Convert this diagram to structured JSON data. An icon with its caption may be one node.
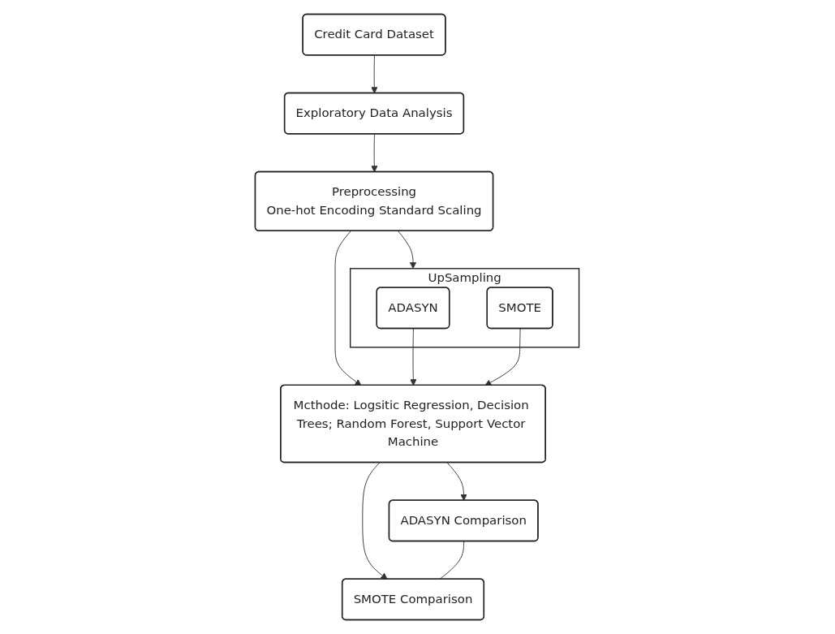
{
  "diagram": {
    "nodes": [
      {
        "text": [
          "Credit Card Dataset"
        ]
      },
      {
        "text": [
          "Exploratory Data Analysis"
        ]
      },
      {
        "text": [
          "Preprocessing",
          "One-hot Encoding Standard Scaling"
        ]
      },
      {
        "text": [
          "UpSampling"
        ]
      },
      {
        "text": [
          "ADASYN"
        ],
        "in": 3
      },
      {
        "text": [
          "SMOTE"
        ],
        "in": 3
      },
      {
        "text": [
          "Mcthode: Logsitic Regression, Decision Trees; Random Forest, Support Vector Machine"
        ]
      },
      {
        "text": [
          "ADASYN Comparison"
        ]
      },
      {
        "text": [
          "SMOTE Comparison"
        ]
      }
    ],
    "edges": [
      {
        "from": 0,
        "to": 1,
        "arrow": "to"
      },
      {
        "from": 1,
        "to": 2,
        "arrow": "to"
      },
      {
        "from": 2,
        "to": 3,
        "arrow": "to"
      },
      {
        "from": 2,
        "to": 6,
        "arrow": "to"
      },
      {
        "from": 4,
        "to": 6,
        "arrow": "to"
      },
      {
        "from": 5,
        "to": 6,
        "arrow": "to"
      },
      {
        "from": 6,
        "to": 7,
        "arrow": "to"
      },
      {
        "from": 6,
        "to": 8,
        "arrow": "to"
      },
      {
        "from": 7,
        "to": 8,
        "arrow": "none"
      }
    ]
  }
}
